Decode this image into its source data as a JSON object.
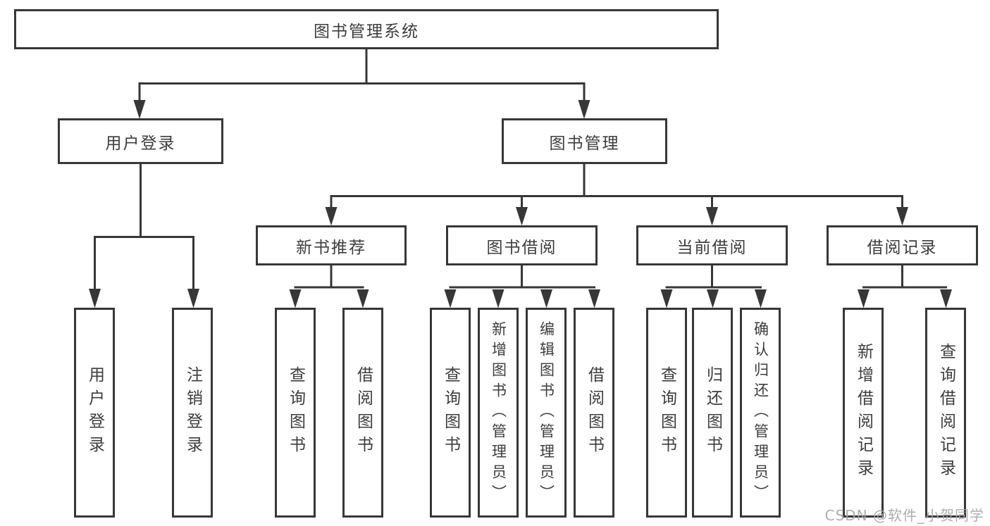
{
  "tree": {
    "root": {
      "label": "图书管理系统",
      "children": [
        {
          "label": "用户登录",
          "children": [
            {
              "label": "用户登录"
            },
            {
              "label": "注销登录"
            }
          ]
        },
        {
          "label": "图书管理",
          "children": [
            {
              "label": "新书推荐",
              "children": [
                {
                  "label": "查询图书"
                },
                {
                  "label": "借阅图书"
                }
              ]
            },
            {
              "label": "图书借阅",
              "children": [
                {
                  "label": "查询图书"
                },
                {
                  "label": "新增图书（管理员）"
                },
                {
                  "label": "编辑图书（管理员）"
                },
                {
                  "label": "借阅图书"
                }
              ]
            },
            {
              "label": "当前借阅",
              "children": [
                {
                  "label": "查询图书"
                },
                {
                  "label": "归还图书"
                },
                {
                  "label": "确认归还（管理员）"
                }
              ]
            },
            {
              "label": "借阅记录",
              "children": [
                {
                  "label": "新增借阅记录"
                },
                {
                  "label": "查询借阅记录"
                }
              ]
            }
          ]
        }
      ]
    }
  },
  "watermark": "CSDN @软件_小贺同学",
  "colors": {
    "line": "#373737",
    "text": "#3d3d3d",
    "watermark": "#a6a6a6",
    "background": "#ffffff"
  }
}
